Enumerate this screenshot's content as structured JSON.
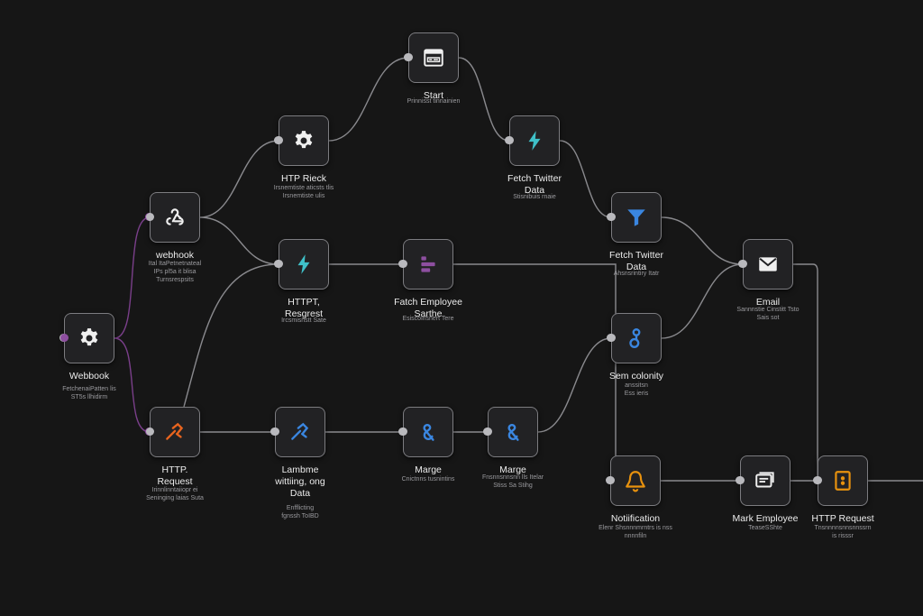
{
  "colors": {
    "background": "#161616",
    "node_fill": "#222224",
    "node_border": "#7c7c80",
    "edge": "#8a8a8e",
    "edge_active": "#7a3f8a",
    "teal": "#3fc0c8",
    "blue": "#3a86e0",
    "purple": "#8e4fa0",
    "orange": "#e8641e",
    "amber": "#e8920e",
    "white": "#f0f0f0"
  },
  "nodes": [
    {
      "id": "webhook_trigger",
      "icon": "gear-icon",
      "title": "Webbook",
      "subtitle": "FetchenaiPatten lis\nST5s llhidirm"
    },
    {
      "id": "webhook",
      "icon": "webhook-icon",
      "title": "webhook",
      "subtitle": "Ital ItaPetnetnateal\nIPs pl5a it blisa\nTurnsrespsits"
    },
    {
      "id": "http_rieck",
      "icon": "gear-icon",
      "title": "HTP Rieck",
      "subtitle": "Irsnemtiste aticsts tlis\nIrsnemtiste ulis"
    },
    {
      "id": "httpt_resgrest",
      "icon": "bolt-icon",
      "title": "HTTPT,\nResgrest",
      "subtitle": "Ircsmisnstt Sate"
    },
    {
      "id": "http_request_left",
      "icon": "hammer-icon",
      "title": "HTTP.\nRequest",
      "subtitle": "Irinnlinntaiiopr ei\nSeninging laias Suta"
    },
    {
      "id": "start",
      "icon": "window-icon",
      "title": "Start",
      "subtitle": "Prinnisst tinnainien"
    },
    {
      "id": "fetch_employee",
      "icon": "bars-icon",
      "title": "Fatch Employee\nSarthe",
      "subtitle": "Esiscoinsnert Tere"
    },
    {
      "id": "lambme",
      "icon": "hammer-icon",
      "title": "Lambme\nwittiing, ong\nData",
      "subtitle": "Enfflicting\nfgnssh ToIBD"
    },
    {
      "id": "marge_1",
      "icon": "ampersand-icon",
      "title": "Marge",
      "subtitle": "Cnictnns tusnintins"
    },
    {
      "id": "fetch_twitter_top",
      "icon": "bolt-icon",
      "title": "Fetch Twitter\nData",
      "subtitle": "Stisnibuis rnaie"
    },
    {
      "id": "marge_2",
      "icon": "ampersand-icon",
      "title": "Marge",
      "subtitle": "Fnsnnsnnsnn lls Itelar\nStiss Sa Stihg"
    },
    {
      "id": "fetch_twitter_mid",
      "icon": "funnel-icon",
      "title": "Fetch Twitter\nData",
      "subtitle": "Ahsnsrintiry Itatr"
    },
    {
      "id": "sem_colonity",
      "icon": "link-icon",
      "title": "Sem colonity",
      "subtitle": "anssitsn\nEss ieris"
    },
    {
      "id": "email",
      "icon": "envelope-icon",
      "title": "Email",
      "subtitle": "Sannnstie Cinstitt Tsto\nSais sot"
    },
    {
      "id": "notification",
      "icon": "bell-icon",
      "title": "Notiification",
      "subtitle": "Elenr Shsnnnmrntrs is nss\nnnnnfiln"
    },
    {
      "id": "mark_employee",
      "icon": "card-icon",
      "title": "Mark Employee",
      "subtitle": "TeaseSShte"
    },
    {
      "id": "http_request_right",
      "icon": "doc-icon",
      "title": "HTTP Request",
      "subtitle": "Tnsnnnnsnnsnnssrn\nis risssr"
    }
  ],
  "edges": [
    {
      "from": "webhook_trigger",
      "to": "webhook",
      "active": true
    },
    {
      "from": "webhook_trigger",
      "to": "http_request_left",
      "active": true
    },
    {
      "from": "webhook",
      "to": "http_rieck"
    },
    {
      "from": "webhook",
      "to": "httpt_resgrest"
    },
    {
      "from": "http_rieck",
      "to": "start"
    },
    {
      "from": "start",
      "to": "fetch_twitter_top"
    },
    {
      "from": "fetch_twitter_top",
      "to": "fetch_twitter_mid"
    },
    {
      "from": "fetch_twitter_mid",
      "to": "email"
    },
    {
      "from": "httpt_resgrest",
      "to": "fetch_employee"
    },
    {
      "from": "fetch_employee",
      "to": "notification",
      "route": "elbow"
    },
    {
      "from": "http_request_left",
      "to": "httpt_resgrest",
      "route": "up"
    },
    {
      "from": "http_request_left",
      "to": "lambme"
    },
    {
      "from": "lambme",
      "to": "marge_1"
    },
    {
      "from": "marge_1",
      "to": "marge_2"
    },
    {
      "from": "marge_2",
      "to": "sem_colonity"
    },
    {
      "from": "sem_colonity",
      "to": "email"
    },
    {
      "from": "email",
      "to": "http_request_right",
      "route": "elbow"
    },
    {
      "from": "notification",
      "to": "mark_employee"
    },
    {
      "from": "mark_employee",
      "to": "http_request_right"
    },
    {
      "from": "http_request_right",
      "to": "exit"
    }
  ]
}
